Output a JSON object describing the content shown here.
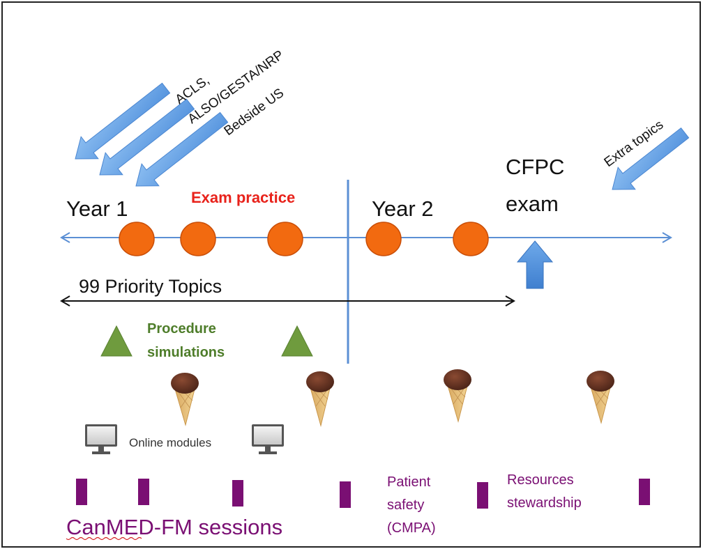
{
  "labels": {
    "year1": "Year 1",
    "year2": "Year 2",
    "exam_practice": "Exam practice",
    "cfpc_line1": "CFPC",
    "cfpc_line2": "exam",
    "priority_topics": "99 Priority Topics",
    "procedure_line1": "Procedure",
    "procedure_line2": "simulations",
    "online_modules": "Online modules",
    "canmed_prefix": "CanMED",
    "canmed_suffix": "-FM sessions",
    "patient_safety_line1": "Patient",
    "patient_safety_line2": "safety",
    "patient_safety_line3": "(CMPA)",
    "resources_line1": "Resources",
    "resources_line2": "stewardship",
    "acls": "ACLS,",
    "also": "ALSO/GESTA/NRP",
    "bedside_us": "Bedside US",
    "extra_topics": "Extra topics"
  },
  "colors": {
    "timeline": "#5b8fd4",
    "exam_practice_text": "#e8221b",
    "dot_fill": "#f26a10",
    "dot_stroke": "#c94e08",
    "triangle": "#6f9b3e",
    "procedure_text": "#4e7d2a",
    "purple": "#7a0f73",
    "arrow_blue": "#6fa8e8",
    "black": "#111111"
  },
  "icons": {
    "exam_dot": "orange-circle",
    "simulation": "green-triangle",
    "social_event": "ice-cream-cone-icon",
    "online_module": "computer-monitor-icon",
    "session_marker": "purple-bar"
  }
}
